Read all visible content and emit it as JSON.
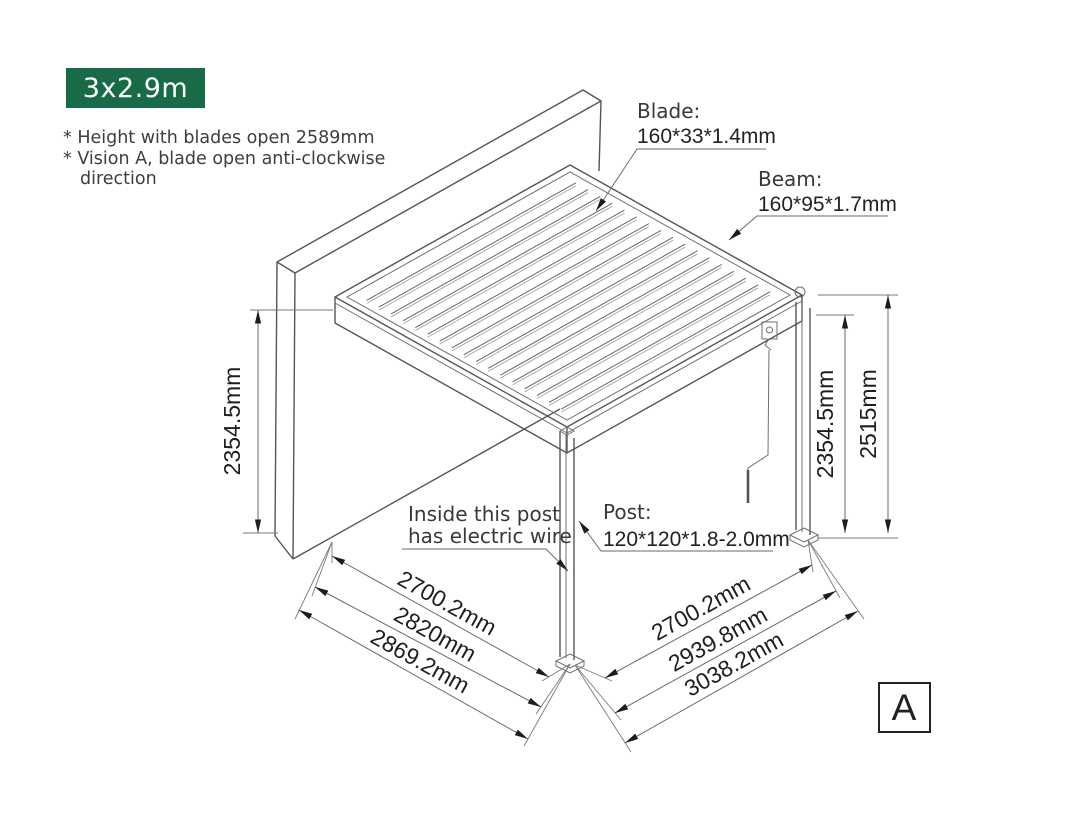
{
  "badge": {
    "label": "3x2.9m",
    "bg_color": "#186b46"
  },
  "notes": {
    "line1": "* Height with blades open 2589mm",
    "line2": "* Vision A, blade open anti-clockwise",
    "line3": "direction"
  },
  "callouts": {
    "blade": {
      "label": "Blade:",
      "value": "160*33*1.4mm"
    },
    "beam": {
      "label": "Beam:",
      "value": "160*95*1.7mm"
    },
    "post": {
      "label": "Post:",
      "value": "120*120*1.8-2.0mm"
    },
    "electric": {
      "line1": "Inside this post",
      "line2": "has electric wire"
    }
  },
  "dimensions": {
    "wall_height": "2354.5mm",
    "post_height": "2354.5mm",
    "total_height": "2515mm",
    "bottom_left": [
      "2700.2mm",
      "2820mm",
      "2869.2mm"
    ],
    "bottom_right": [
      "2700.2mm",
      "2939.8mm",
      "3038.2mm"
    ]
  },
  "view_label": "A"
}
